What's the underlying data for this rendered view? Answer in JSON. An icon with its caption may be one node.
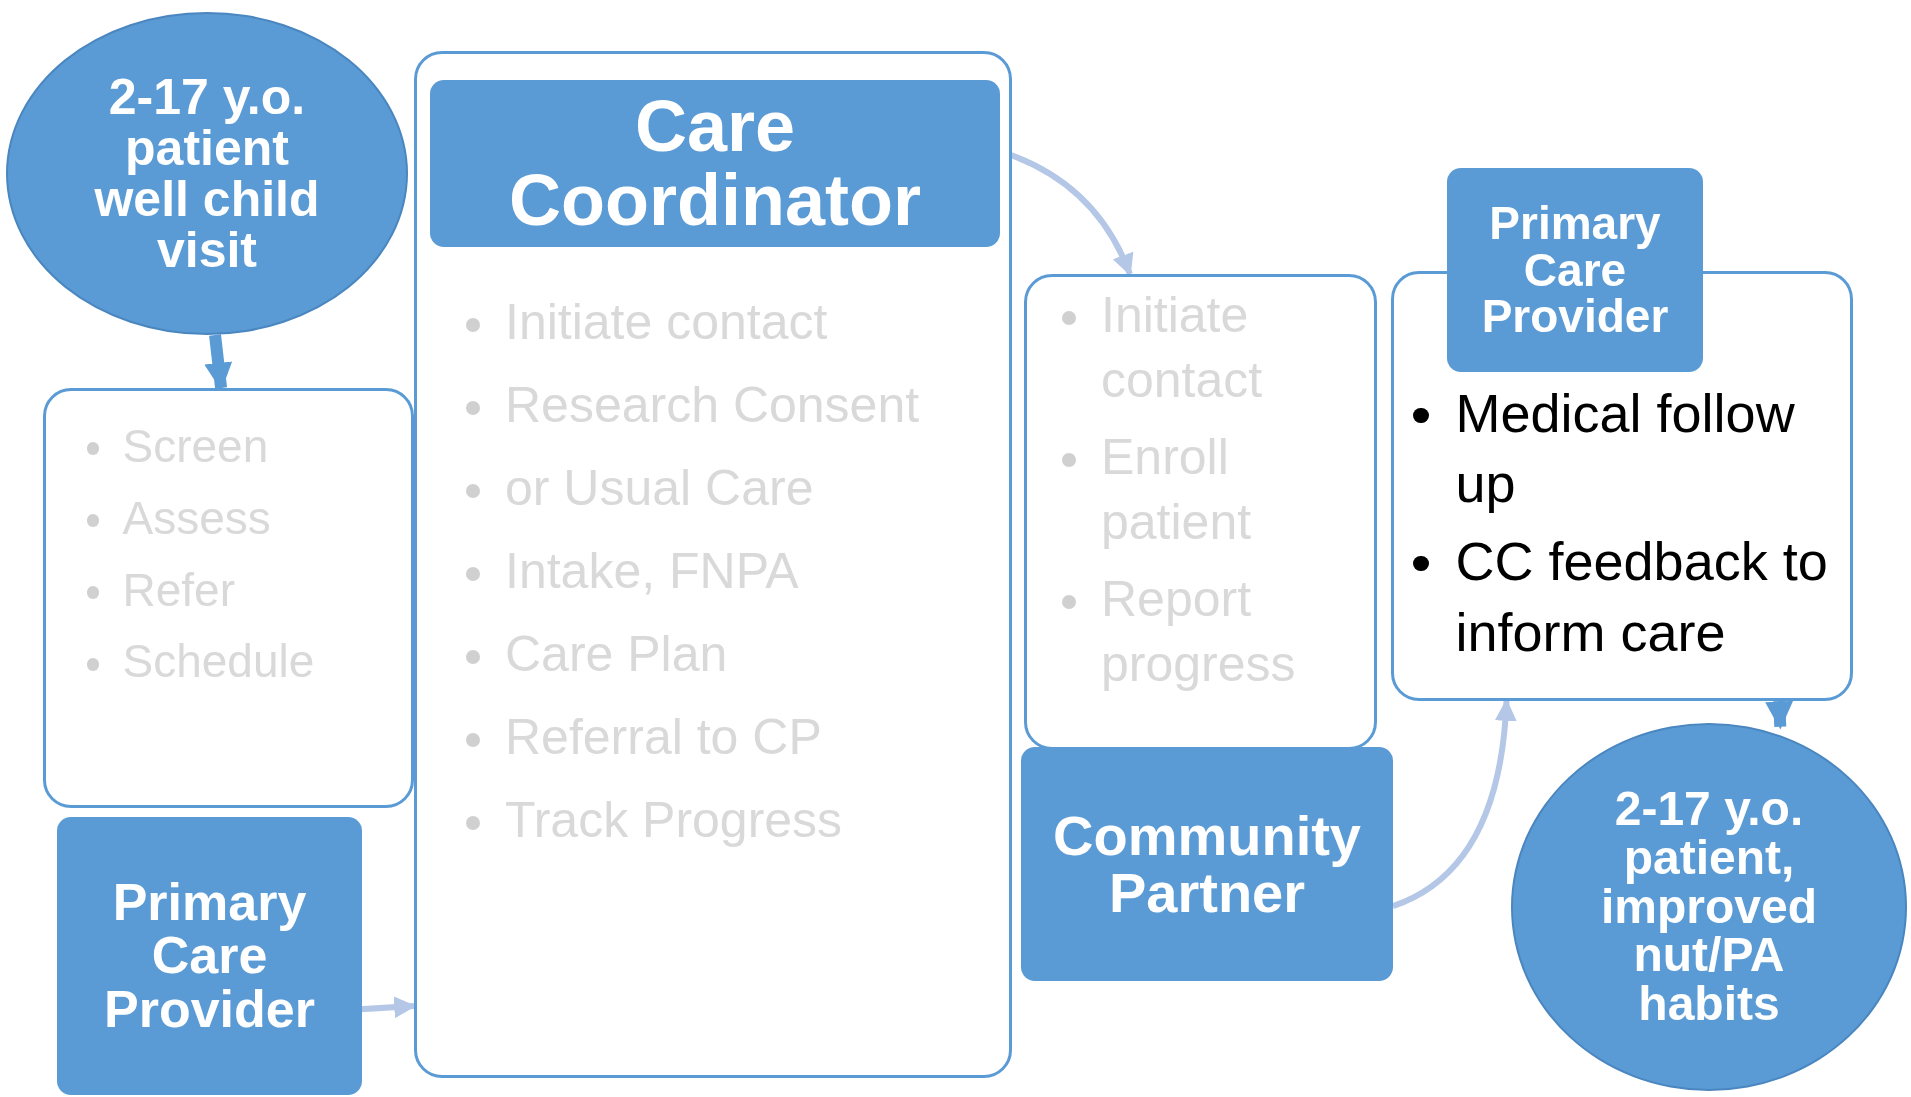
{
  "diagram": {
    "nodes": [
      {
        "text": [
          "2-17 y.o. patient well child visit"
        ]
      },
      {
        "text": [
          "Screen",
          "Assess",
          "Refer",
          "Schedule"
        ]
      },
      {
        "text": [
          "Primary Care Provider"
        ]
      },
      {
        "text": [
          "Initiate contact",
          "Research Consent",
          "or Usual Care",
          "Intake, FNPA",
          "Care Plan",
          "Referral to CP",
          "Track Progress"
        ]
      },
      {
        "text": [
          "Care Coordinator"
        ],
        "in": 3
      },
      {
        "text": [
          "Initiate contact",
          "Enroll patient",
          "Report progress"
        ]
      },
      {
        "text": [
          "Community Partner"
        ]
      },
      {
        "text": [
          "Medical follow up",
          "CC feedback to inform care"
        ]
      },
      {
        "text": [
          "Primary Care Provider"
        ]
      },
      {
        "text": [
          "2-17 y.o. patient, improved nut/PA habits"
        ]
      }
    ],
    "edges": [
      {
        "from": 0,
        "to": 1,
        "arrow": "to",
        "style": "thick",
        "color": "#5b9bd5"
      },
      {
        "from": 2,
        "to": 3,
        "arrow": "to"
      },
      {
        "from": 4,
        "to": 5,
        "arrow": "to"
      },
      {
        "from": 6,
        "to": 7,
        "arrow": "to"
      },
      {
        "from": 7,
        "to": 9,
        "arrow": "to",
        "style": "thick",
        "color": "#5b9bd5"
      }
    ]
  }
}
